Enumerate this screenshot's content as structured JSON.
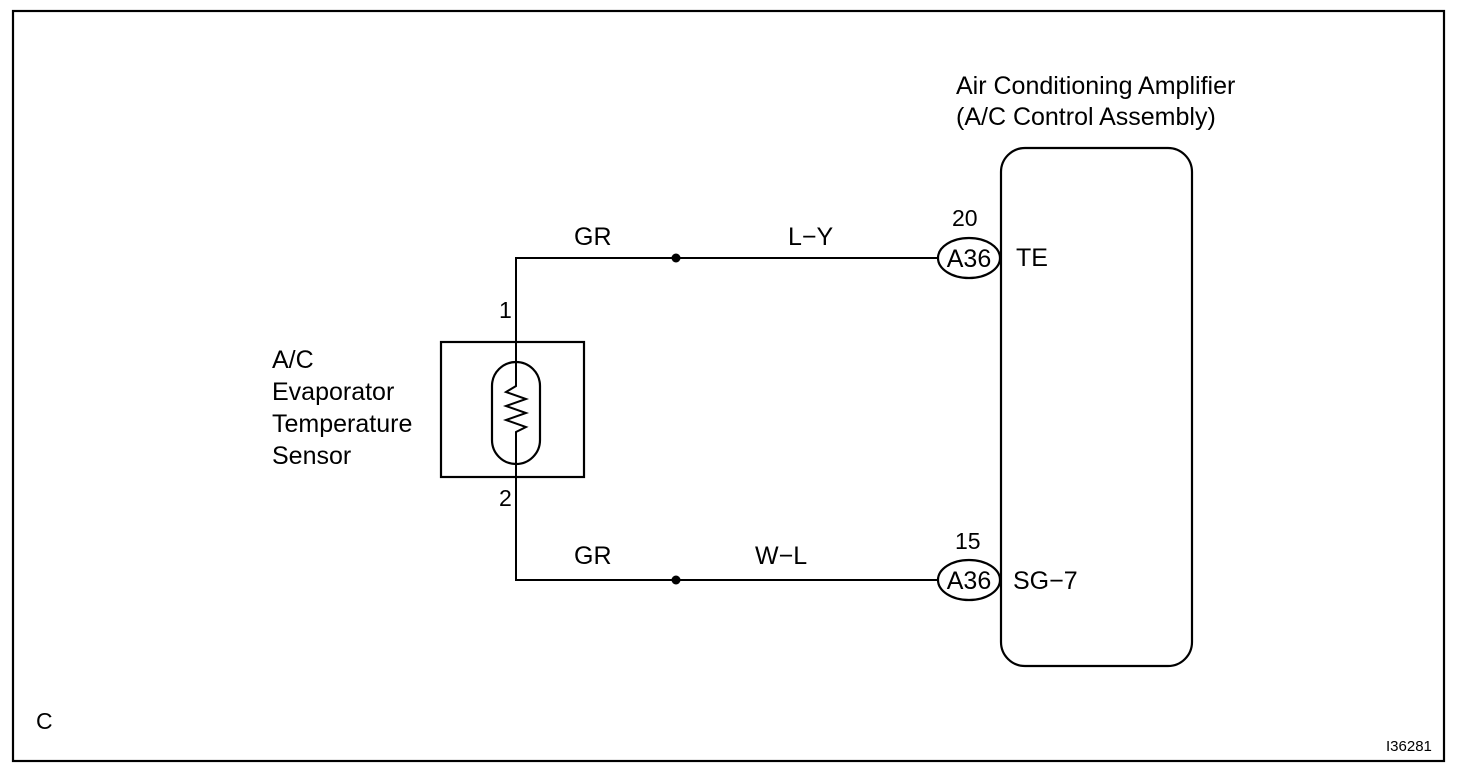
{
  "frame_corner_label": "C",
  "figure_id": "I36281",
  "amplifier": {
    "title_line1": "Air Conditioning Amplifier",
    "title_line2": "(A/C Control Assembly)"
  },
  "sensor": {
    "name_line1": "A/C",
    "name_line2": "Evaporator",
    "name_line3": "Temperature",
    "name_line4": "Sensor",
    "pin_top": "1",
    "pin_bottom": "2"
  },
  "wires": {
    "top": {
      "left_color": "GR",
      "right_color": "L−Y",
      "connector": "A36",
      "pin_number": "20",
      "terminal": "TE"
    },
    "bottom": {
      "left_color": "GR",
      "right_color": "W−L",
      "connector": "A36",
      "pin_number": "15",
      "terminal": "SG−7"
    }
  }
}
